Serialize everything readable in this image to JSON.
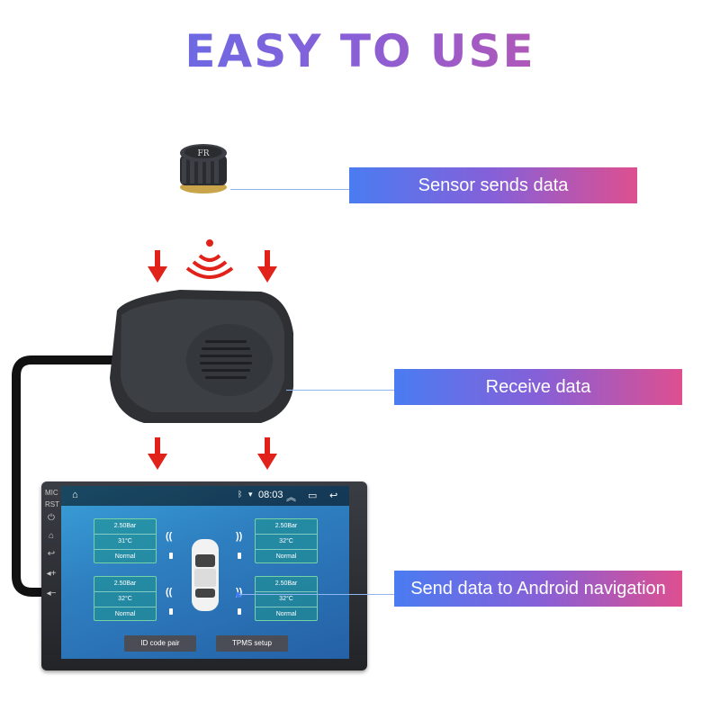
{
  "title": "EASY TO USE",
  "steps": {
    "sensor": "Sensor sends data",
    "receiver": "Receive data",
    "navigation": "Send data to Android navigation"
  },
  "sensor_cap_text": "FR",
  "colors": {
    "title_gradient": [
      "#4f74f0",
      "#d8509a"
    ],
    "bar_gradient": [
      "#4a7cf2",
      "#8660d8",
      "#de4f90"
    ],
    "arrow": "#e0221a",
    "tile_border": "#76d0a8"
  },
  "head_unit": {
    "bezel": {
      "mic": "MIC",
      "rst": "RST"
    },
    "status": {
      "time": "08:03"
    },
    "tiles": {
      "fl": {
        "pressure": "2.50Bar",
        "temp": "31°C",
        "status": "Normal"
      },
      "fr": {
        "pressure": "2.50Bar",
        "temp": "32°C",
        "status": "Normal"
      },
      "rl": {
        "pressure": "2.50Bar",
        "temp": "32°C",
        "status": "Normal"
      },
      "rr": {
        "pressure": "2.50Bar",
        "temp": "32°C",
        "status": "Normal"
      }
    },
    "buttons": {
      "pair": "ID code pair",
      "setup": "TPMS setup"
    }
  }
}
